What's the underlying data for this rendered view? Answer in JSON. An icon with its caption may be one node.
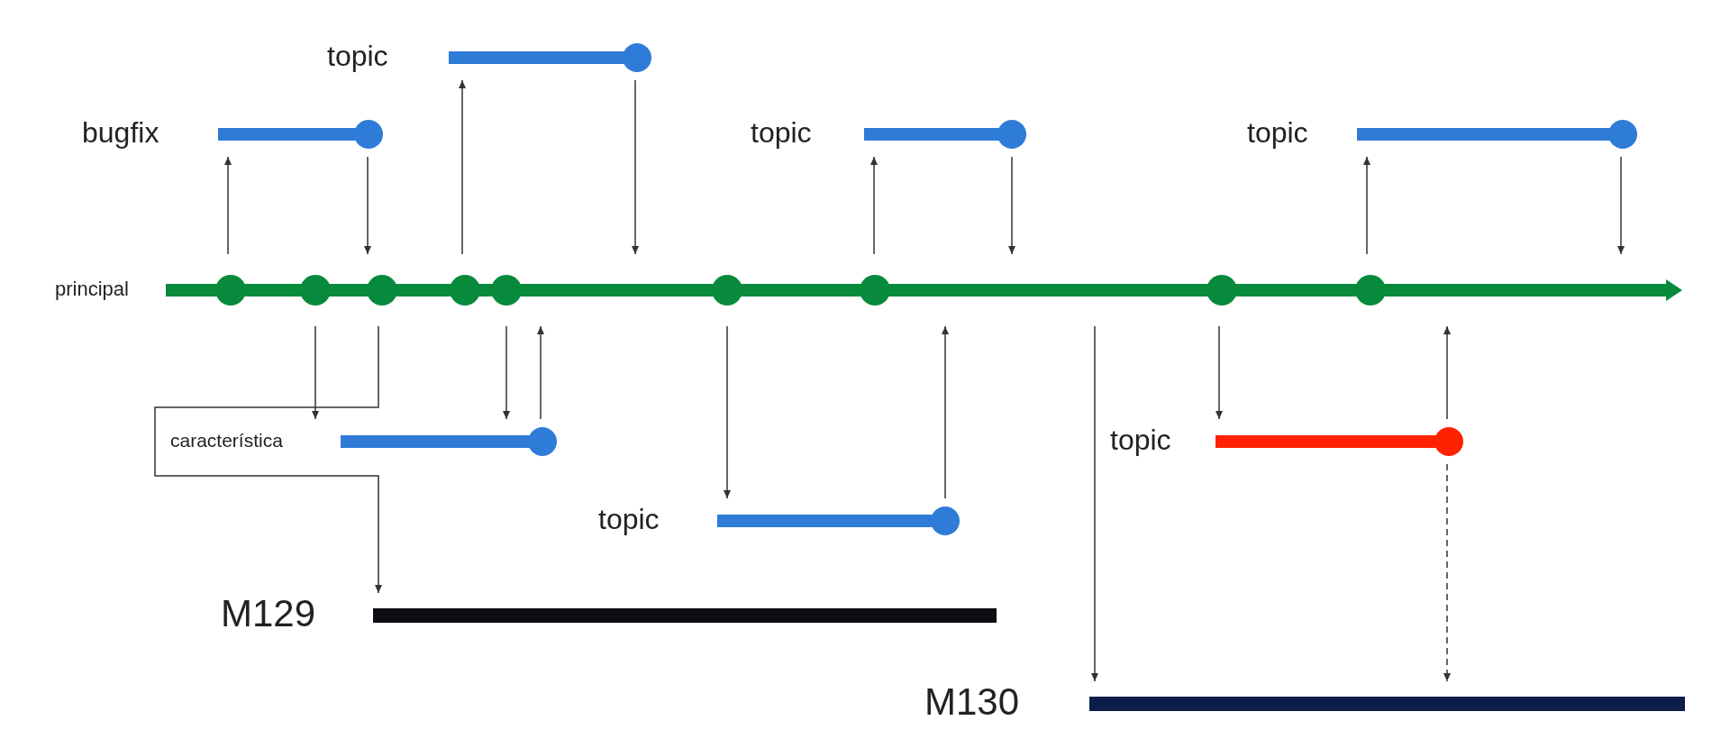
{
  "diagram": {
    "nodes": [
      {
        "text": [
          "topic"
        ]
      },
      {
        "text": [
          "bugfix"
        ]
      },
      {
        "text": [
          "topic"
        ]
      },
      {
        "text": [
          "topic"
        ]
      },
      {
        "text": [
          "principal"
        ]
      },
      {
        "text": [
          "característica"
        ]
      },
      {
        "text": [
          "topic"
        ]
      },
      {
        "text": [
          "topic"
        ]
      },
      {
        "text": [
          "M129"
        ]
      },
      {
        "text": [
          "M130"
        ]
      }
    ],
    "edges": [
      {
        "from": 4,
        "to": 1,
        "arrow": "to"
      },
      {
        "from": 1,
        "to": 4,
        "arrow": "to"
      },
      {
        "from": 4,
        "to": 0,
        "arrow": "to"
      },
      {
        "from": 0,
        "to": 4,
        "arrow": "to"
      },
      {
        "from": 4,
        "to": 2,
        "arrow": "to"
      },
      {
        "from": 2,
        "to": 4,
        "arrow": "to"
      },
      {
        "from": 4,
        "to": 3,
        "arrow": "to"
      },
      {
        "from": 3,
        "to": 4,
        "arrow": "to"
      },
      {
        "from": 4,
        "to": 5,
        "arrow": "to"
      },
      {
        "from": 4,
        "to": 8,
        "arrow": "to"
      },
      {
        "from": 4,
        "to": 5,
        "arrow": "to"
      },
      {
        "from": 5,
        "to": 4,
        "arrow": "to"
      },
      {
        "from": 4,
        "to": 7,
        "arrow": "to"
      },
      {
        "from": 7,
        "to": 4,
        "arrow": "to"
      },
      {
        "from": 4,
        "to": 9,
        "arrow": "to"
      },
      {
        "from": 4,
        "to": 6,
        "arrow": "to"
      },
      {
        "from": 6,
        "to": 4,
        "arrow": "to"
      },
      {
        "from": 6,
        "to": 9,
        "arrow": "to",
        "style": "dashed"
      }
    ]
  }
}
